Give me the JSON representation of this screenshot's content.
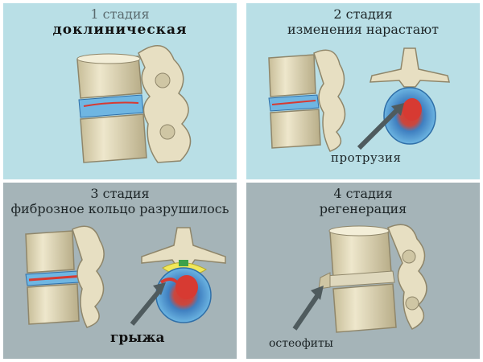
{
  "stages": [
    {
      "title": "1 стадия",
      "subtitle": "доклиническая"
    },
    {
      "title": "2 стадия",
      "subtitle": "изменения нарастают",
      "callout": "протрузия"
    },
    {
      "title": "3 стадия",
      "subtitle": "фиброзное кольцо разрушилось",
      "callout": "грыжа"
    },
    {
      "title": "4 стадия",
      "subtitle": "регенерация",
      "callout": "остеофиты"
    }
  ],
  "colors": {
    "panel_light": "#b9dfe6",
    "panel_dark": "#a5b4b8",
    "bone": "#e8e0c4",
    "bone_shadow": "#b9ae8a",
    "disc": "#5aa5d8",
    "nucleus": "#d73a32",
    "arrow": "#4f5b5e"
  },
  "icons": [
    "vertebra-illustration",
    "disc-cross-section-illustration",
    "pointer-arrow-icon"
  ]
}
